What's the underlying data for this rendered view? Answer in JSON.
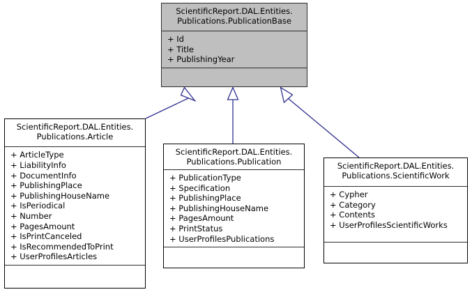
{
  "diagram": {
    "type": "uml-class-diagram",
    "background_color": "#ffffff",
    "edge_color": "#2f2f8f",
    "base_class_fill": "#bfbfbf",
    "border_color": "#000000"
  },
  "classes": {
    "base": {
      "name": "ScientificReport.DAL.Entities.\nPublications.PublicationBase",
      "attributes": [
        "+ Id",
        "+ Title",
        "+ PublishingYear"
      ],
      "operations": []
    },
    "article": {
      "name": "ScientificReport.DAL.Entities.\nPublications.Article",
      "attributes": [
        "+ ArticleType",
        "+ LiabilityInfo",
        "+ DocumentInfo",
        "+ PublishingPlace",
        "+ PublishingHouseName",
        "+ IsPeriodical",
        "+ Number",
        "+ PagesAmount",
        "+ IsPrintCanceled",
        "+ IsRecommendedToPrint",
        "+ UserProfilesArticles"
      ],
      "operations": []
    },
    "publication": {
      "name": "ScientificReport.DAL.Entities.\nPublications.Publication",
      "attributes": [
        "+ PublicationType",
        "+ Specification",
        "+ PublishingPlace",
        "+ PublishingHouseName",
        "+ PagesAmount",
        "+ PrintStatus",
        "+ UserProfilesPublications"
      ],
      "operations": []
    },
    "scientificwork": {
      "name": "ScientificReport.DAL.Entities.\nPublications.ScientificWork",
      "attributes": [
        "+ Cypher",
        "+ Category",
        "+ Contents",
        "+ UserProfilesScientificWorks"
      ],
      "operations": []
    }
  },
  "relationships": [
    {
      "from": "article",
      "to": "base",
      "kind": "generalization"
    },
    {
      "from": "publication",
      "to": "base",
      "kind": "generalization"
    },
    {
      "from": "scientificwork",
      "to": "base",
      "kind": "generalization"
    }
  ]
}
